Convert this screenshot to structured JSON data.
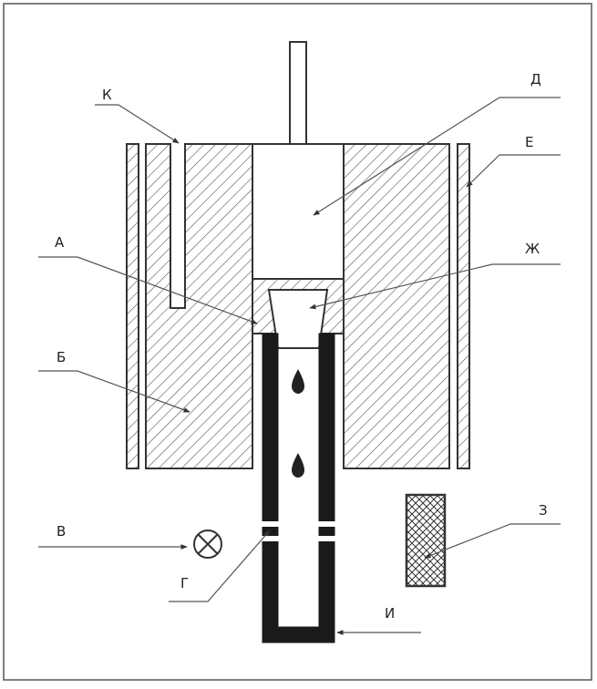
{
  "labels": {
    "k": "К",
    "d": "Д",
    "e": "Е",
    "a": "А",
    "zh": "Ж",
    "b": "Б",
    "v": "В",
    "z": "З",
    "g": "Г",
    "i": "И"
  },
  "colors": {
    "line": "#333333",
    "hatch": "#555555",
    "tube": "#1a1a1a",
    "frame": "#555555"
  }
}
